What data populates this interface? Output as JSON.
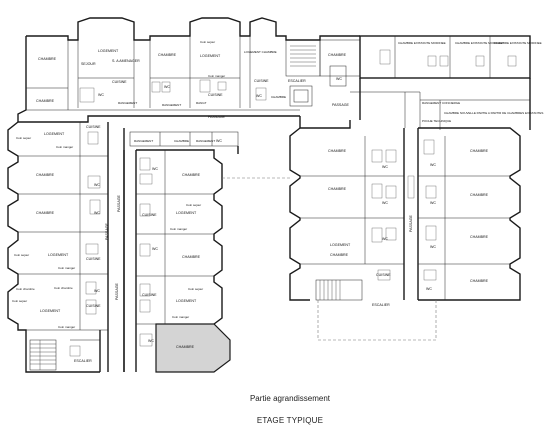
{
  "caption": {
    "subtitle": "Partie agrandissement",
    "title": "ETAGE TYPIQUE"
  },
  "labels": {
    "chambre": "CHAMBRE",
    "logement": "LOGEMENT",
    "coin_sejour": "Coin sejour",
    "coin_manger": "Coin manger",
    "coin_chambre": "Coin chambre",
    "cuisine": "CUISINE",
    "wc": "WC",
    "passage": "PASSAGE",
    "escalier": "ESCALIER",
    "sejour": "SEJOUR",
    "a_amenager": "S. A AMENAGER",
    "rangement": "RANGEMENT",
    "rangt": "RANGT",
    "chambre_existante": "CHAMBRE EXISTANTE MODIFIEE",
    "logement_chambre": "LOGEMENT CHAMBRE",
    "chambre_nouvelle": "CHAMBRE NOUVELLE PARTIE A PARTIR DE CHAMBRES EXISTANTES",
    "rangement_concierge": "RANGEMENT CONCIERGE",
    "poche_technique": "POCHE TECHNIQUE"
  }
}
